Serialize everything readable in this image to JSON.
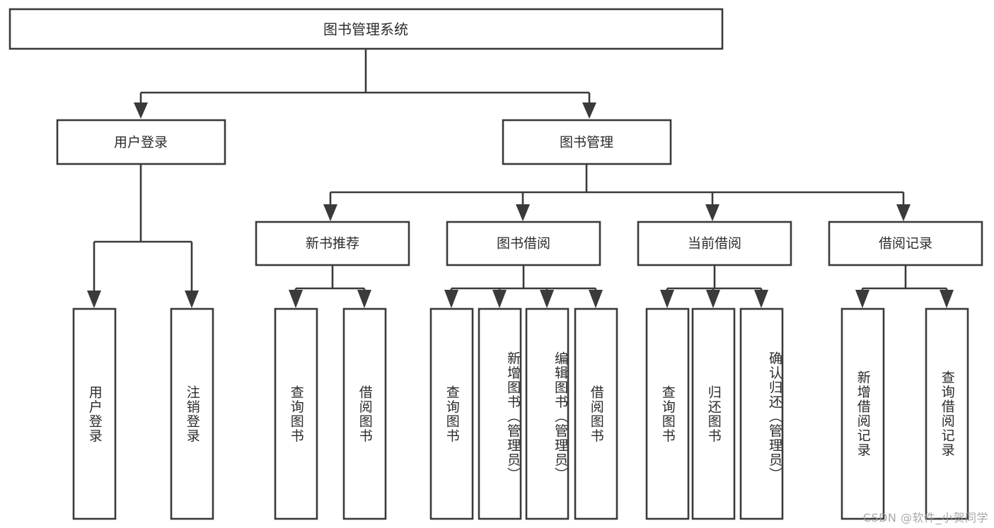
{
  "diagram": {
    "type": "tree-hierarchy-chart",
    "title": "图书管理系统",
    "orientation": "top-down",
    "colors": {
      "box_stroke": "#3a3a3a",
      "box_fill": "#ffffff",
      "text": "#2b2b2b",
      "background": "#ffffff",
      "watermark": "#9a9a9a"
    },
    "root": {
      "label": "图书管理系统"
    },
    "level2": [
      {
        "id": "user-login",
        "label": "用户登录"
      },
      {
        "id": "book-management",
        "label": "图书管理"
      }
    ],
    "level3": [
      {
        "id": "new-book-recommend",
        "label": "新书推荐",
        "parent": "book-management"
      },
      {
        "id": "book-borrow",
        "label": "图书借阅",
        "parent": "book-management"
      },
      {
        "id": "current-borrow",
        "label": "当前借阅",
        "parent": "book-management"
      },
      {
        "id": "borrow-record",
        "label": "借阅记录",
        "parent": "book-management"
      }
    ],
    "leaves": {
      "user-login": [
        {
          "id": "leaf-user-login",
          "label": "用户登录"
        },
        {
          "id": "leaf-logout-login",
          "label": "注销登录"
        }
      ],
      "new-book-recommend": [
        {
          "id": "leaf-query-book-1",
          "label": "查询图书"
        },
        {
          "id": "leaf-borrow-book-1",
          "label": "借阅图书"
        }
      ],
      "book-borrow": [
        {
          "id": "leaf-query-book-2",
          "label": "查询图书"
        },
        {
          "id": "leaf-add-book-admin",
          "label": "新增图书（管理员）"
        },
        {
          "id": "leaf-edit-book-admin",
          "label": "编辑图书（管理员）"
        },
        {
          "id": "leaf-borrow-book-2",
          "label": "借阅图书"
        }
      ],
      "current-borrow": [
        {
          "id": "leaf-query-book-3",
          "label": "查询图书"
        },
        {
          "id": "leaf-return-book",
          "label": "归还图书"
        },
        {
          "id": "leaf-confirm-return-admin",
          "label": "确认归还（管理员）"
        }
      ],
      "borrow-record": [
        {
          "id": "leaf-add-borrow-record",
          "label": "新增借阅记录"
        },
        {
          "id": "leaf-query-borrow-record",
          "label": "查询借阅记录"
        }
      ]
    }
  },
  "watermark": {
    "text": "CSDN @软件_小贺同学"
  }
}
